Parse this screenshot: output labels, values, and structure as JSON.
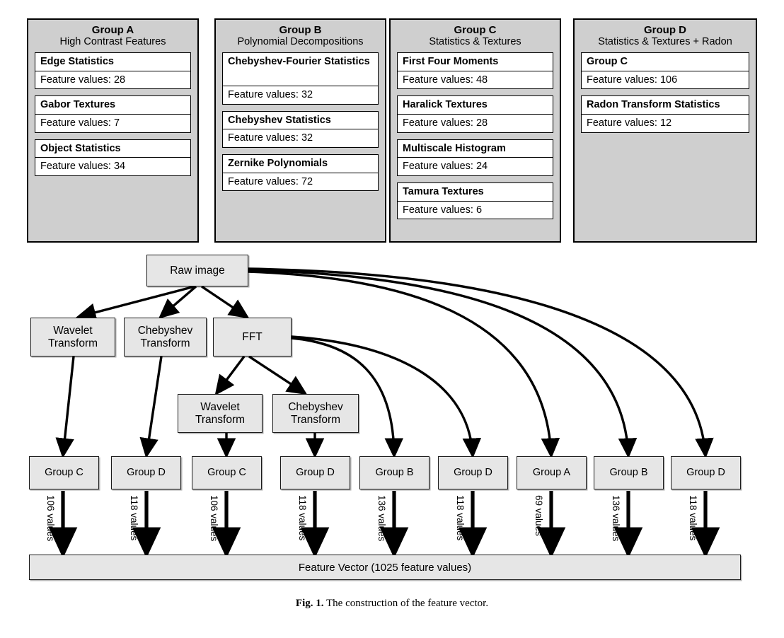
{
  "figure": {
    "caption_label": "Fig. 1.",
    "caption_text": "The construction of the feature vector."
  },
  "groups": [
    {
      "title": "Group A",
      "subtitle": "High Contrast Features",
      "features": [
        {
          "name": "Edge Statistics",
          "values_label": "Feature values: 28"
        },
        {
          "name": "Gabor Textures",
          "values_label": "Feature values: 7"
        },
        {
          "name": "Object Statistics",
          "values_label": "Feature values: 34"
        }
      ]
    },
    {
      "title": "Group B",
      "subtitle": "Polynomial Decompositions",
      "features": [
        {
          "name": "Chebyshev-Fourier Statistics",
          "values_label": "Feature values: 32"
        },
        {
          "name": "Chebyshev Statistics",
          "values_label": "Feature values: 32"
        },
        {
          "name": "Zernike Polynomials",
          "values_label": "Feature values: 72"
        }
      ]
    },
    {
      "title": "Group C",
      "subtitle": "Statistics & Textures",
      "features": [
        {
          "name": "First Four Moments",
          "values_label": "Feature values: 48"
        },
        {
          "name": "Haralick Textures",
          "values_label": "Feature values: 28"
        },
        {
          "name": "Multiscale Histogram",
          "values_label": "Feature values: 24"
        },
        {
          "name": "Tamura Textures",
          "values_label": "Feature values: 6"
        }
      ]
    },
    {
      "title": "Group D",
      "subtitle": "Statistics & Textures + Radon",
      "features": [
        {
          "name": "Group C",
          "values_label": "Feature values: 106"
        },
        {
          "name": "Radon Transform Statistics",
          "values_label": "Feature values: 12"
        }
      ]
    }
  ],
  "flow": {
    "root": "Raw image",
    "level2": [
      "Wavelet Transform",
      "Chebyshev Transform",
      "FFT"
    ],
    "level3": [
      "Wavelet Transform",
      "Chebyshev Transform"
    ],
    "outputs": [
      {
        "group": "Group C",
        "values": "106 values"
      },
      {
        "group": "Group D",
        "values": "118 values"
      },
      {
        "group": "Group C",
        "values": "106 values"
      },
      {
        "group": "Group D",
        "values": "118 values"
      },
      {
        "group": "Group B",
        "values": "136 values"
      },
      {
        "group": "Group D",
        "values": "118 values"
      },
      {
        "group": "Group A",
        "values": "69 values"
      },
      {
        "group": "Group B",
        "values": "136 values"
      },
      {
        "group": "Group D",
        "values": "118 values"
      }
    ],
    "feature_vector_label": "Feature Vector (1025 feature values)"
  },
  "colors": {
    "panel_fill": "#cfcfcf",
    "node_fill": "#e6e6e6",
    "feature_fill": "#ffffff",
    "stroke": "#000000"
  }
}
